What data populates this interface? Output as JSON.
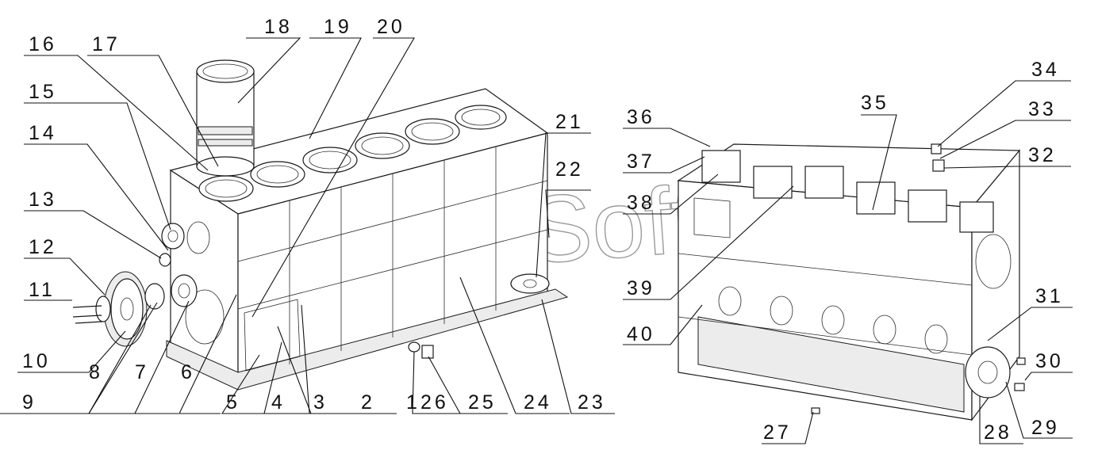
{
  "watermark": "AutoSoft",
  "callouts": [
    {
      "id": "c1",
      "text": "1"
    },
    {
      "id": "c2",
      "text": "2"
    },
    {
      "id": "c3",
      "text": "3"
    },
    {
      "id": "c4",
      "text": "4"
    },
    {
      "id": "c5",
      "text": "5"
    },
    {
      "id": "c6",
      "text": "6"
    },
    {
      "id": "c7",
      "text": "7"
    },
    {
      "id": "c8",
      "text": "8"
    },
    {
      "id": "c9",
      "text": "9"
    },
    {
      "id": "c10",
      "text": "10"
    },
    {
      "id": "c11",
      "text": "11"
    },
    {
      "id": "c12",
      "text": "12"
    },
    {
      "id": "c13",
      "text": "13"
    },
    {
      "id": "c14",
      "text": "14"
    },
    {
      "id": "c15",
      "text": "15"
    },
    {
      "id": "c16",
      "text": "16"
    },
    {
      "id": "c17",
      "text": "17"
    },
    {
      "id": "c18",
      "text": "18"
    },
    {
      "id": "c19",
      "text": "19"
    },
    {
      "id": "c20",
      "text": "20"
    },
    {
      "id": "c21",
      "text": "21"
    },
    {
      "id": "c22",
      "text": "22"
    },
    {
      "id": "c23",
      "text": "23"
    },
    {
      "id": "c24",
      "text": "24"
    },
    {
      "id": "c25",
      "text": "25"
    },
    {
      "id": "c26",
      "text": "26"
    },
    {
      "id": "c27",
      "text": "27"
    },
    {
      "id": "c28",
      "text": "28"
    },
    {
      "id": "c29",
      "text": "29"
    },
    {
      "id": "c30",
      "text": "30"
    },
    {
      "id": "c31",
      "text": "31"
    },
    {
      "id": "c32",
      "text": "32"
    },
    {
      "id": "c33",
      "text": "33"
    },
    {
      "id": "c34",
      "text": "34"
    },
    {
      "id": "c35",
      "text": "35"
    },
    {
      "id": "c36",
      "text": "36"
    },
    {
      "id": "c37",
      "text": "37"
    },
    {
      "id": "c38",
      "text": "38"
    },
    {
      "id": "c39",
      "text": "39"
    },
    {
      "id": "c40",
      "text": "40"
    }
  ]
}
